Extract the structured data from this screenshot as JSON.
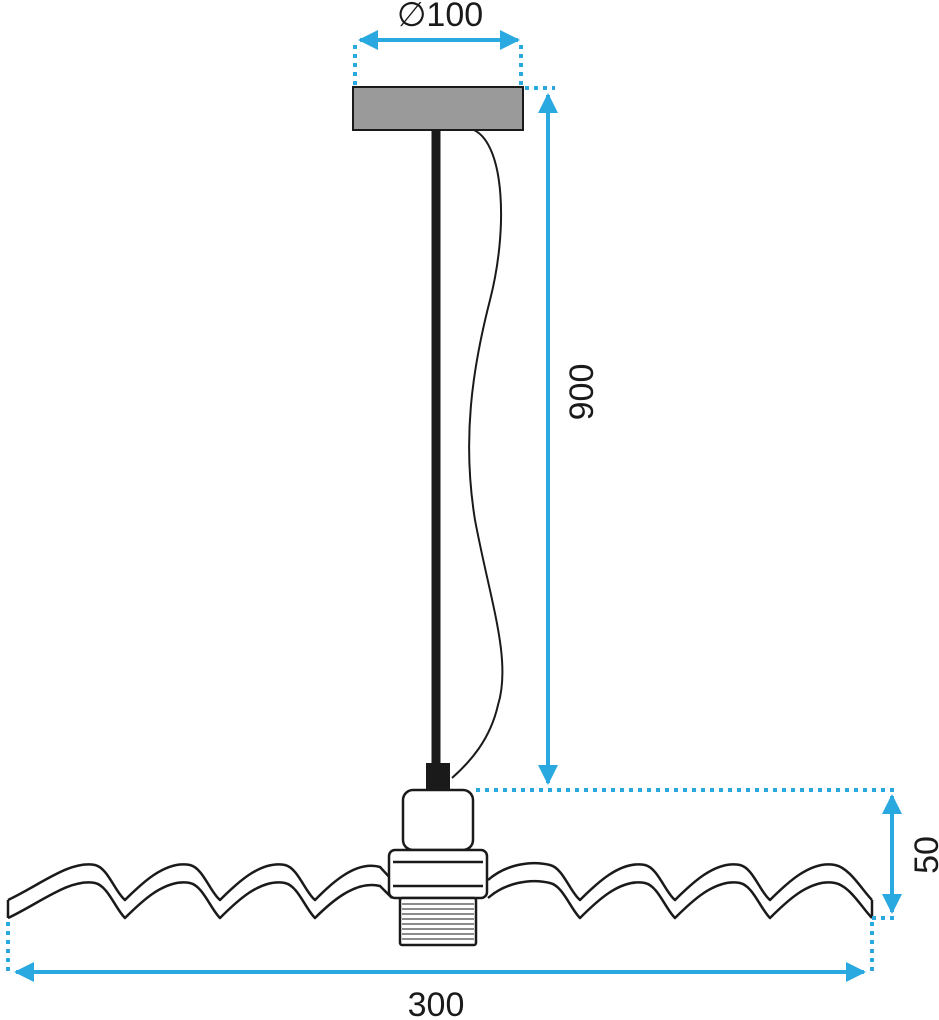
{
  "dimensions": {
    "canopy_diameter": "∅100",
    "cable_length": "900",
    "socket_height": "50",
    "shade_width": "300"
  },
  "colors": {
    "dimension": "#29a9e0",
    "outline": "#1a1a1a",
    "canopy_fill": "#9a9a9a",
    "cable": "#1a1a1a"
  }
}
